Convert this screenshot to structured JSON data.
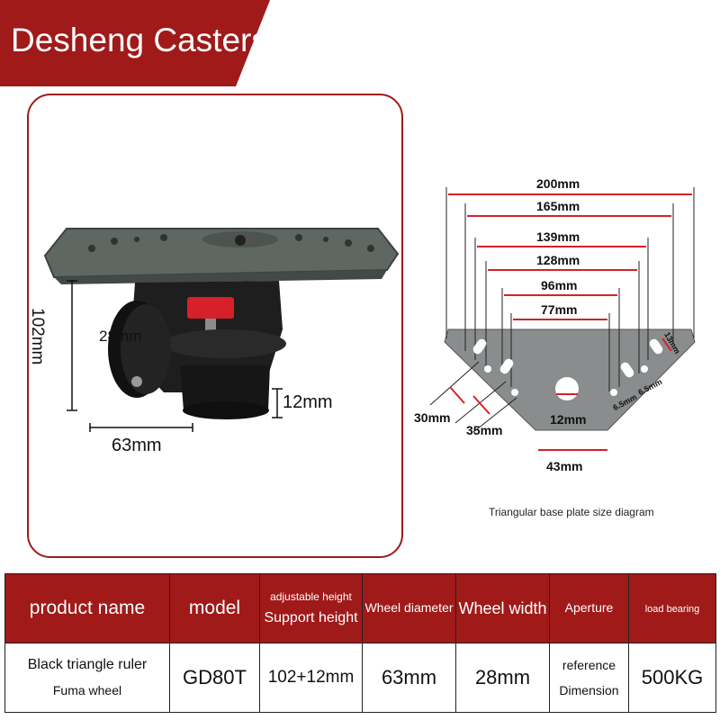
{
  "brand": {
    "title": "Desheng Casters",
    "color": "#a01a1a"
  },
  "photo_dims": {
    "height": "102mm",
    "wheel_width": "28mm",
    "stem": "12mm",
    "diameter": "63mm"
  },
  "diagram": {
    "dims": [
      "200mm",
      "165mm",
      "139mm",
      "128mm",
      "96mm",
      "77mm"
    ],
    "hole": "12mm",
    "bottom": "43mm",
    "left_a": "30mm",
    "left_b": "35mm",
    "slot_a": "6.5mm",
    "slot_b": "6.5mm",
    "slot_c": "13mm",
    "caption": "Triangular base plate size diagram"
  },
  "table": {
    "headers": {
      "product_name": "product name",
      "model": "model",
      "adjustable_top": "adjustable height",
      "adjustable_bottom": "Support height",
      "wheel_diameter": "Wheel diameter",
      "wheel_width": "Wheel width",
      "aperture": "Aperture",
      "load": "load bearing"
    },
    "values": {
      "product_line1": "Black triangle ruler",
      "product_line2": "Fuma wheel",
      "model": "GD80T",
      "support_height": "102+12mm",
      "wheel_diameter": "63mm",
      "wheel_width": "28mm",
      "aperture_line1": "reference",
      "aperture_line2": "Dimension",
      "load": "500KG"
    }
  }
}
